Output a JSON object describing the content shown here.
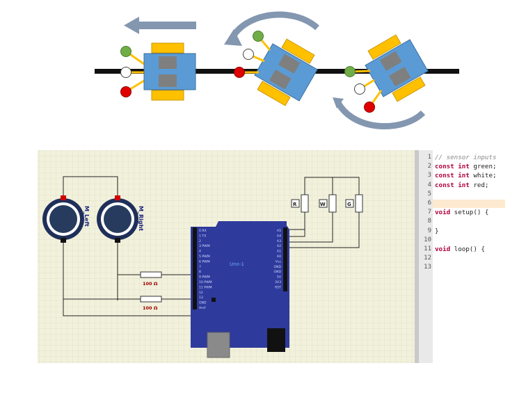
{
  "labels": {
    "motor_left": "M_Left",
    "motor_right": "M_Right",
    "resistor_top": "100 Ω",
    "resistor_bottom": "100 Ω",
    "sensor_r": "R",
    "sensor_w": "W",
    "sensor_g": "G",
    "board_name": "Uno-1"
  },
  "board_pins_left": [
    "0 RX",
    "1 TX",
    "2",
    "3 PWM",
    "4",
    "5 PWM",
    "6 PWM",
    "7",
    "8",
    "9 PWM",
    "10 PWM",
    "11 PWM",
    "12",
    "13",
    "GND",
    "Aref"
  ],
  "board_pins_right": [
    "A5",
    "A4",
    "A3",
    "A2",
    "A1",
    "A0",
    "Vcc",
    "GND",
    "GND",
    "5V",
    "3V3",
    "RST"
  ],
  "code": {
    "lines": [
      {
        "no": "1",
        "tokens": [
          {
            "t": "// sensor inputs",
            "c": "cm"
          }
        ]
      },
      {
        "no": "2",
        "tokens": [
          {
            "t": "const int",
            "c": "kw"
          },
          {
            "t": " green;",
            "c": ""
          }
        ]
      },
      {
        "no": "3",
        "tokens": [
          {
            "t": "const int",
            "c": "kw"
          },
          {
            "t": " white;",
            "c": ""
          }
        ]
      },
      {
        "no": "4",
        "tokens": [
          {
            "t": "const int",
            "c": "kw"
          },
          {
            "t": " red;",
            "c": ""
          }
        ]
      },
      {
        "no": "5",
        "tokens": []
      },
      {
        "no": "6",
        "tokens": []
      },
      {
        "no": "7",
        "tokens": [
          {
            "t": "void",
            "c": "kw"
          },
          {
            "t": " setup() {",
            "c": ""
          }
        ]
      },
      {
        "no": "8",
        "tokens": []
      },
      {
        "no": "9",
        "tokens": [
          {
            "t": "}",
            "c": ""
          }
        ]
      },
      {
        "no": "10",
        "tokens": []
      },
      {
        "no": "11",
        "tokens": [
          {
            "t": "void",
            "c": "kw"
          },
          {
            "t": " loop() {",
            "c": ""
          }
        ]
      },
      {
        "no": "12",
        "tokens": []
      },
      {
        "no": "13",
        "tokens": []
      }
    ],
    "highlighted_line": "6"
  },
  "colors": {
    "robot_body": "#5b9bd5",
    "wheel": "#ffc000",
    "sensor_green": "#70ad47",
    "sensor_red": "#e00000",
    "arrow": "#8497b0",
    "board": "#2e3a9c",
    "grid_bg": "#f1f1dc"
  }
}
